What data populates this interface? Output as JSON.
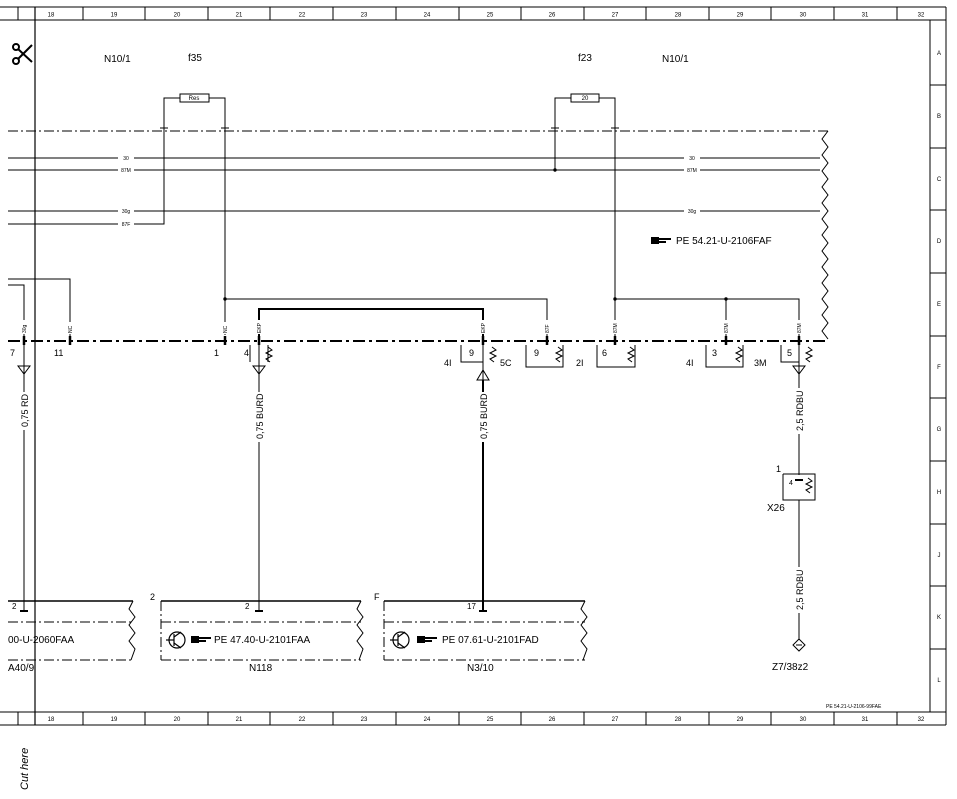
{
  "border": {
    "top_cols": [
      "18",
      "19",
      "20",
      "21",
      "22",
      "23",
      "24",
      "25",
      "26",
      "27",
      "28",
      "29",
      "30",
      "31",
      "32"
    ],
    "bottom_cols": [
      "18",
      "19",
      "20",
      "21",
      "22",
      "23",
      "24",
      "25",
      "26",
      "27",
      "28",
      "29",
      "30",
      "31",
      "32"
    ],
    "rows": [
      "A",
      "B",
      "C",
      "D",
      "E",
      "F",
      "G",
      "H",
      "J",
      "K",
      "L"
    ]
  },
  "cut_label": "Cut here",
  "ref_code": "PE 54.21-U-2106-99FAE",
  "header": {
    "left_module": "N10/1",
    "fuse_left": "f35",
    "fuse_right": "f23",
    "right_module": "N10/1"
  },
  "fuses": {
    "left_label": "Res",
    "right_label": "20"
  },
  "wires": {
    "w30_left": "30",
    "w87m_left": "87M",
    "w30g_left": "30g",
    "w87f_left": "87F",
    "w30_right": "30",
    "w87m_right": "87M",
    "w30g_right": "30g"
  },
  "pe_ref": "PE 54.21-U-2106FAF",
  "pins": {
    "p30g": "30g",
    "pnc1": "NC",
    "pnc2": "NC",
    "pekp1": "EKP",
    "pekp2": "EKP",
    "p87f": "87F",
    "p87m1": "87M",
    "p87m2": "87M",
    "p87m3": "87M"
  },
  "pin_numbers": {
    "n7": "7",
    "n11": "11",
    "n1": "1",
    "n4": "4",
    "n41a": "4I",
    "n9a": "9",
    "n5c": "5C",
    "n9b": "9",
    "n21": "2I",
    "n6": "6",
    "n41b": "4I",
    "n3": "3",
    "n3m": "3M",
    "n5": "5"
  },
  "wire_colors": {
    "rd": "0,75 RD",
    "burd1": "0,75 BURD",
    "burd2": "0,75 BURD",
    "rdbu1": "2,5 RDBU",
    "rdbu2": "2,5 RDBU"
  },
  "connector_x26": {
    "pin_top": "1",
    "pin": "4",
    "name": "X26"
  },
  "ground": {
    "name": "Z7/38z2"
  },
  "modules": {
    "a409": {
      "pin": "2",
      "ref": "00-U-2060FAA",
      "name": "A40/9"
    },
    "n118": {
      "tag": "2",
      "pin": "2",
      "ref": "PE 47.40-U-2101FAA",
      "name": "N118"
    },
    "n310": {
      "tag": "F",
      "pin": "17",
      "ref": "PE 07.61-U-2101FAD",
      "name": "N3/10"
    }
  }
}
